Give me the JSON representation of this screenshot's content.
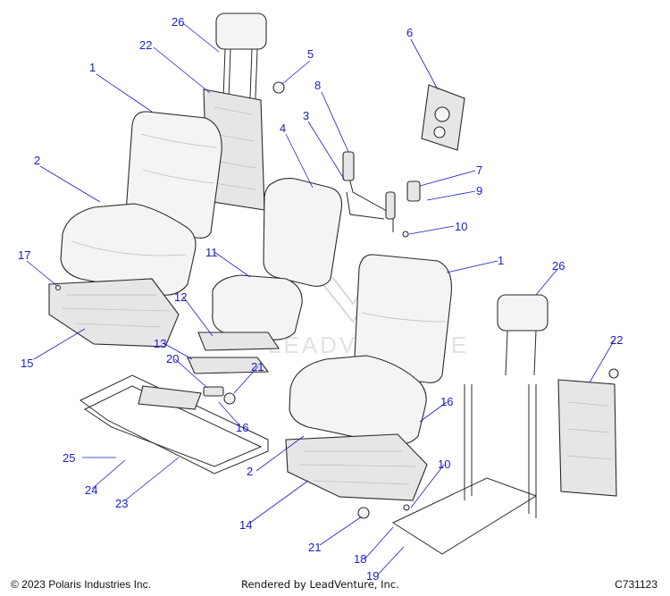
{
  "diagram": {
    "callouts": [
      "1",
      "2",
      "4",
      "3",
      "8",
      "5",
      "6",
      "7",
      "9",
      "10",
      "11",
      "12",
      "13",
      "15",
      "17",
      "20",
      "21",
      "16",
      "22",
      "26",
      "1",
      "26",
      "22",
      "16",
      "10",
      "14",
      "21",
      "18",
      "19",
      "2",
      "25",
      "24",
      "23"
    ],
    "watermark": "LEADVENTURE"
  },
  "footer": {
    "copyright": "© 2023 Polaris Industries Inc.",
    "rendered_by": "Rendered by LeadVenture, Inc.",
    "diagram_code": "C731123"
  },
  "colors": {
    "callout": "#1a1acc",
    "line_art": "#2a2a2a"
  }
}
